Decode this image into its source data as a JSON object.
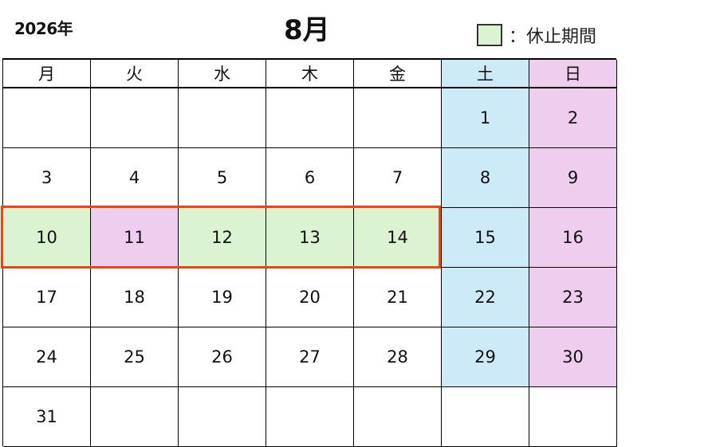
{
  "header": {
    "year": "2026年",
    "month": "8月"
  },
  "legend": {
    "label": "：休止期間",
    "swatch_color": "#dbf3d0"
  },
  "colors": {
    "saturday": "#cdeaf8",
    "sunday": "#efcdef",
    "closed": "#dbf3d0",
    "highlight_border": "#f4420f"
  },
  "weekdays": [
    "月",
    "火",
    "水",
    "木",
    "金",
    "土",
    "日"
  ],
  "weeks": [
    [
      {
        "day": "",
        "status": "weekday"
      },
      {
        "day": "",
        "status": "weekday"
      },
      {
        "day": "",
        "status": "weekday"
      },
      {
        "day": "",
        "status": "weekday"
      },
      {
        "day": "",
        "status": "weekday"
      },
      {
        "day": "1",
        "status": "saturday"
      },
      {
        "day": "2",
        "status": "sunday"
      }
    ],
    [
      {
        "day": "3",
        "status": "weekday"
      },
      {
        "day": "4",
        "status": "weekday"
      },
      {
        "day": "5",
        "status": "weekday"
      },
      {
        "day": "6",
        "status": "weekday"
      },
      {
        "day": "7",
        "status": "weekday"
      },
      {
        "day": "8",
        "status": "saturday"
      },
      {
        "day": "9",
        "status": "sunday"
      }
    ],
    [
      {
        "day": "10",
        "status": "closed"
      },
      {
        "day": "11",
        "status": "holiday"
      },
      {
        "day": "12",
        "status": "closed"
      },
      {
        "day": "13",
        "status": "closed"
      },
      {
        "day": "14",
        "status": "closed"
      },
      {
        "day": "15",
        "status": "saturday"
      },
      {
        "day": "16",
        "status": "sunday"
      }
    ],
    [
      {
        "day": "17",
        "status": "weekday"
      },
      {
        "day": "18",
        "status": "weekday"
      },
      {
        "day": "19",
        "status": "weekday"
      },
      {
        "day": "20",
        "status": "weekday"
      },
      {
        "day": "21",
        "status": "weekday"
      },
      {
        "day": "22",
        "status": "saturday"
      },
      {
        "day": "23",
        "status": "sunday"
      }
    ],
    [
      {
        "day": "24",
        "status": "weekday"
      },
      {
        "day": "25",
        "status": "weekday"
      },
      {
        "day": "26",
        "status": "weekday"
      },
      {
        "day": "27",
        "status": "weekday"
      },
      {
        "day": "28",
        "status": "weekday"
      },
      {
        "day": "29",
        "status": "saturday"
      },
      {
        "day": "30",
        "status": "sunday"
      }
    ],
    [
      {
        "day": "31",
        "status": "weekday"
      },
      {
        "day": "",
        "status": "weekday"
      },
      {
        "day": "",
        "status": "weekday"
      },
      {
        "day": "",
        "status": "weekday"
      },
      {
        "day": "",
        "status": "weekday"
      },
      {
        "day": "",
        "status": "weekday"
      },
      {
        "day": "",
        "status": "weekday"
      }
    ]
  ],
  "highlighted_week_index": 2
}
